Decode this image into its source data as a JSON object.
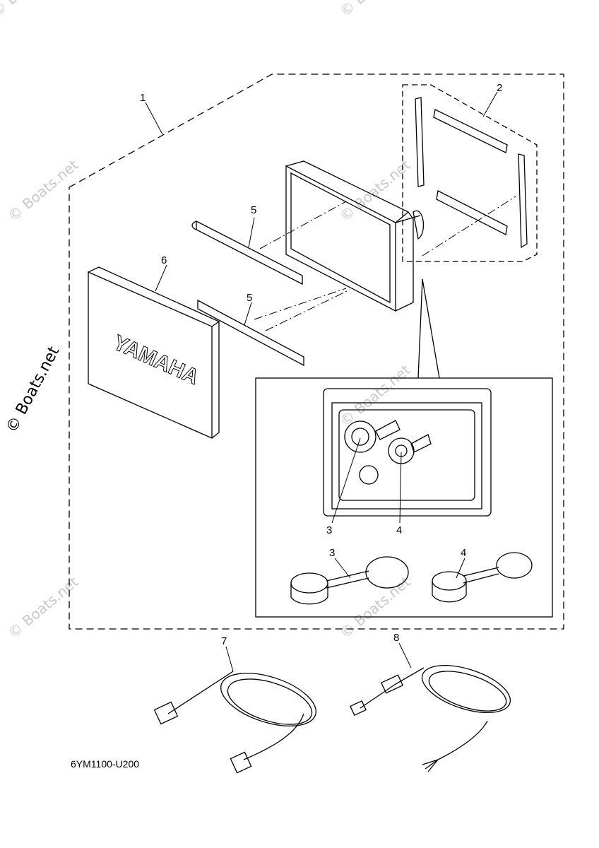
{
  "diagram": {
    "callouts": {
      "c1": "1",
      "c2": "2",
      "c3_main": "3",
      "c4_main": "4",
      "c3_cap": "3",
      "c4_cap": "4",
      "c5_upper": "5",
      "c5_lower": "5",
      "c6": "6",
      "c7": "7",
      "c8": "8"
    },
    "cover_brand": "YAMAHA",
    "part_code": "6YM1100-U200"
  },
  "watermark": {
    "text": "© Boats.net"
  },
  "colors": {
    "line": "#000000",
    "watermark": "#c8c8c8",
    "background": "#ffffff"
  }
}
